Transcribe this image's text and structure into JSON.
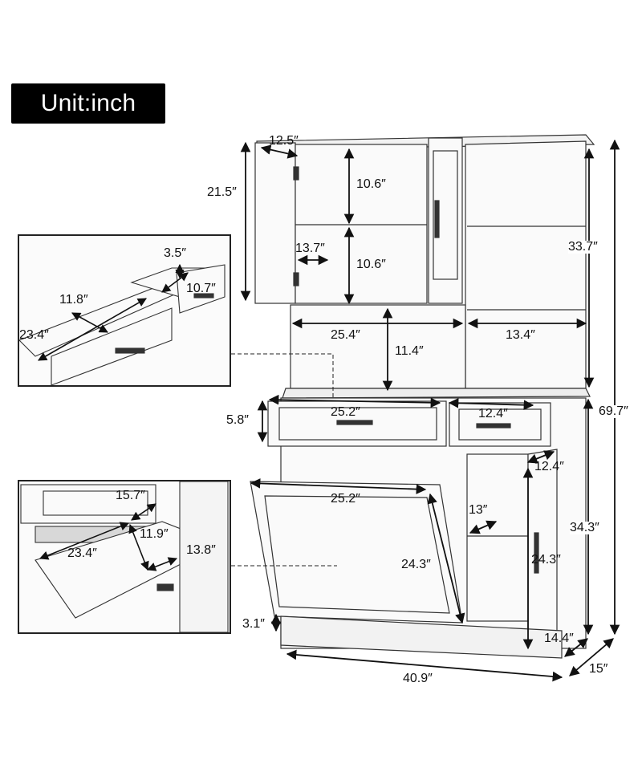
{
  "unit_label": "Unit:inch",
  "main_view": {
    "overall": {
      "height": "69.7″",
      "width": "40.9″",
      "depth": "15″"
    },
    "upper_cabinet": {
      "height": "21.5″",
      "door_width": "12.5″",
      "shelf_top_height": "10.6″",
      "shelf_bottom_height": "10.6″",
      "inner_depth": "13.7″"
    },
    "side_shelves": {
      "height": "33.7″",
      "width": "13.4″"
    },
    "open_shelf": {
      "width": "25.4″",
      "height": "11.4″"
    },
    "drawers": {
      "height": "5.8″",
      "left_width": "25.2″",
      "right_width": "12.4″"
    },
    "tilt_bin": {
      "width": "25.2″",
      "height": "24.3″"
    },
    "lower_cabinet": {
      "door_width": "12.4″",
      "door_height": "24.3″",
      "shelf_depth": "13″",
      "inner_depth": "14.4″",
      "height": "34.3″"
    },
    "base_height": "3.1″"
  },
  "inset_drawer": {
    "drawer_height": "3.5″",
    "small_drawer_depth": "10.7″",
    "big_drawer_width": "11.8″",
    "big_drawer_depth": "23.4″"
  },
  "inset_tilt_bin": {
    "top_width": "15.7″",
    "depth": "11.9″",
    "bottom_width": "13.8″",
    "length": "23.4″"
  }
}
